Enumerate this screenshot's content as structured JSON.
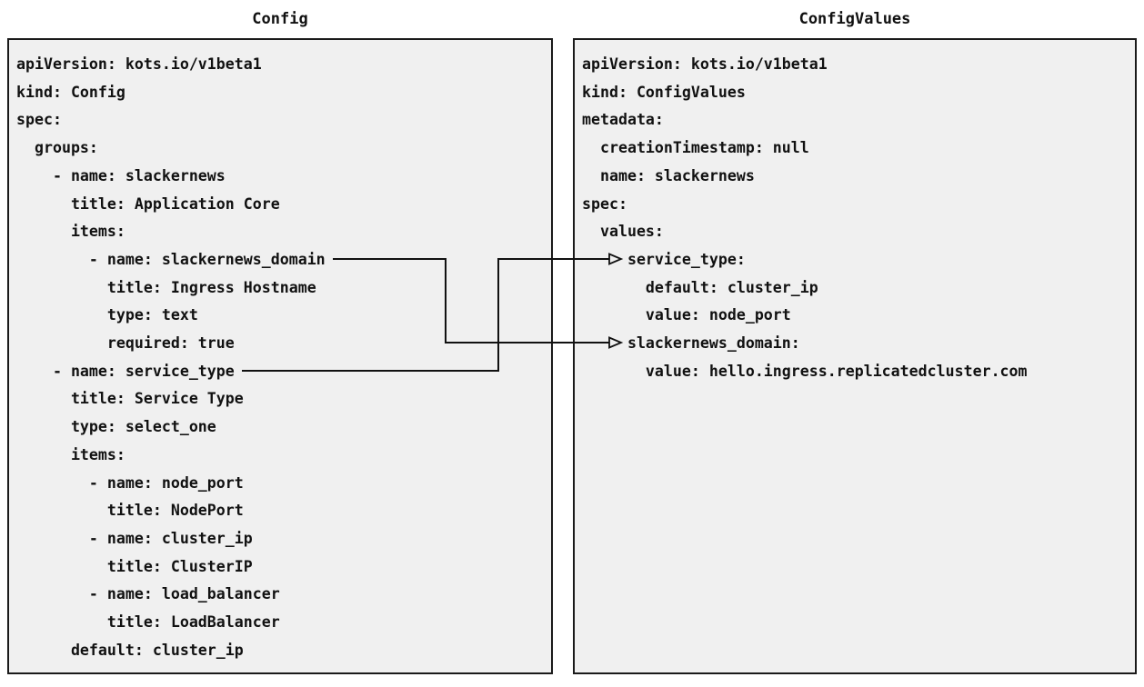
{
  "colors": {
    "background": "#ffffff",
    "panel_background": "#f0f0f0",
    "panel_border": "#1a1a1a",
    "text": "#111111",
    "arrow": "#111111"
  },
  "left_panel": {
    "title": "Config",
    "yaml": "apiVersion: kots.io/v1beta1\nkind: Config\nspec:\n  groups:\n    - name: slackernews\n      title: Application Core\n      items:\n        - name: slackernews_domain\n          title: Ingress Hostname\n          type: text\n          required: true\n    - name: service_type\n      title: Service Type\n      type: select_one\n      items:\n        - name: node_port\n          title: NodePort\n        - name: cluster_ip\n          title: ClusterIP\n        - name: load_balancer\n          title: LoadBalancer\n      default: cluster_ip"
  },
  "right_panel": {
    "title": "ConfigValues",
    "yaml": "apiVersion: kots.io/v1beta1\nkind: ConfigValues\nmetadata:\n  creationTimestamp: null\n  name: slackernews\nspec:\n  values:\n     service_type:\n       default: cluster_ip\n       value: node_port\n     slackernews_domain:\n       value: hello.ingress.replicatedcluster.com"
  },
  "connections": [
    {
      "from": "Config spec.groups[0].items[0] name: slackernews_domain",
      "to": "ConfigValues spec.values.slackernews_domain"
    },
    {
      "from": "Config spec.groups[1] name: service_type",
      "to": "ConfigValues spec.values.service_type"
    }
  ]
}
